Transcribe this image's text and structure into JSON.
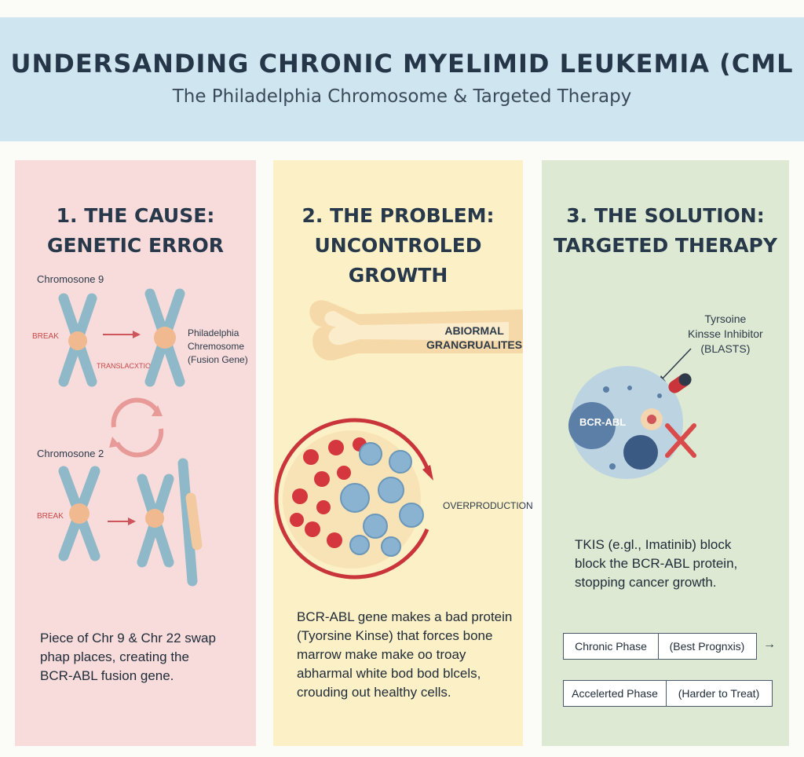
{
  "header": {
    "title": "UNDERSANDING CHRONIC MYELIMID LEUKEMIA (CML",
    "subtitle": "The Philadelphia Chromosome & Targeted Therapy"
  },
  "panel1": {
    "title_line1": "1. THE CAUSE:",
    "title_line2": "GENETIC ERROR",
    "chromosome9_label": "Chromosone 9",
    "break_label_1": "BREAK",
    "translocation_label": "TRANSLACXTION",
    "philadelphia_line1": "Philadelphia",
    "philadelphia_line2": "Chremosome",
    "philadelphia_line3": "(Fusion Gene)",
    "chromosome2_label": "Chromosone 2",
    "break_label_2": "BREAK",
    "body_line1": "Piece of Chr 9 & Chr 22 swap",
    "body_line2": "phap places, creating the",
    "body_line3": "BCR-ABL fusion gene."
  },
  "panel2": {
    "title_line1": "2. THE PROBLEM:",
    "title_line2": "UNCONTROLED GROWTH",
    "bone_label_line1": "ABIORMAL",
    "bone_label_line2": "GRANGRUALITES",
    "overproduction_label": "OVERPRODUCTION",
    "body_line1": "BCR-ABL gene makes a bad protein",
    "body_line2": "(Tyorsine Kinse) that forces bone",
    "body_line3": "marrow make make oo troay",
    "body_line4": "abharmal white bod bod blcels,",
    "body_line5": "crouding out healthy cells."
  },
  "panel3": {
    "title_line1": "3. THE SOLUTION:",
    "title_line2": "TARGETED THERAPY",
    "inhibitor_line1": "Tyrsoine",
    "inhibitor_line2": "Kinsse Inhibitor",
    "inhibitor_line3": "(BLASTS)",
    "cell_label": "BCR-ABL",
    "body_line1": "TKIS (e.gl., Imatinib) block",
    "body_line2": "block the BCR-ABL protein,",
    "body_line3": "stopping cancer growth.",
    "phases": [
      {
        "name": "Chronic Phase",
        "note": "(Best Prognxis)"
      },
      {
        "name": "Accelerted Phase",
        "note": "(Harder to Treat)"
      }
    ],
    "arrow": "→"
  },
  "colors": {
    "header_bg": "#cfe6f1",
    "panel1_bg": "#f7dcdb",
    "panel2_bg": "#fbf0c6",
    "panel3_bg": "#dde9d2",
    "accent_red": "#c9484a"
  }
}
